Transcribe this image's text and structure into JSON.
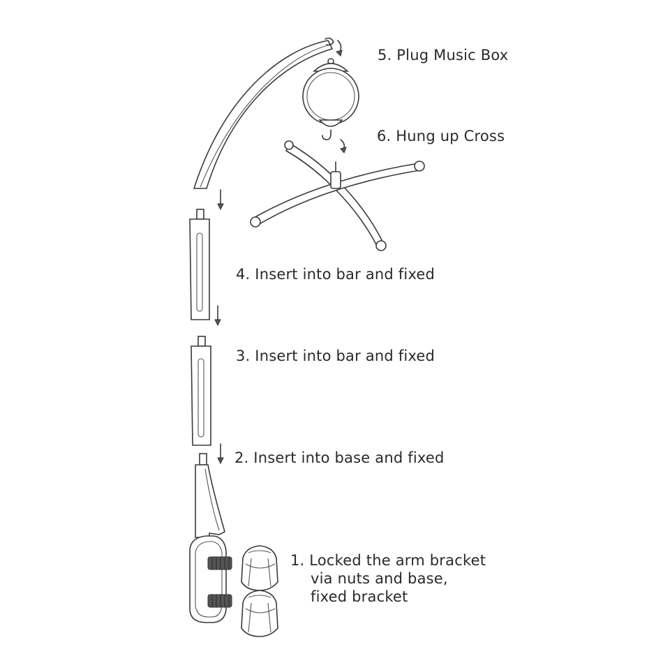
{
  "steps": {
    "step5": "5. Plug Music Box",
    "step6": "6. Hung up Cross",
    "step4": "4. Insert into bar and fixed",
    "step3": "3. Insert into bar and fixed",
    "step2": "2. Insert into base and fixed",
    "step1_line1": "1. Locked the arm bracket",
    "step1_line2": "via nuts and base,",
    "step1_line3": "fixed bracket"
  },
  "colors": {
    "line": "#3a3a3a",
    "text": "#2a2a2a",
    "background": "#ffffff"
  }
}
